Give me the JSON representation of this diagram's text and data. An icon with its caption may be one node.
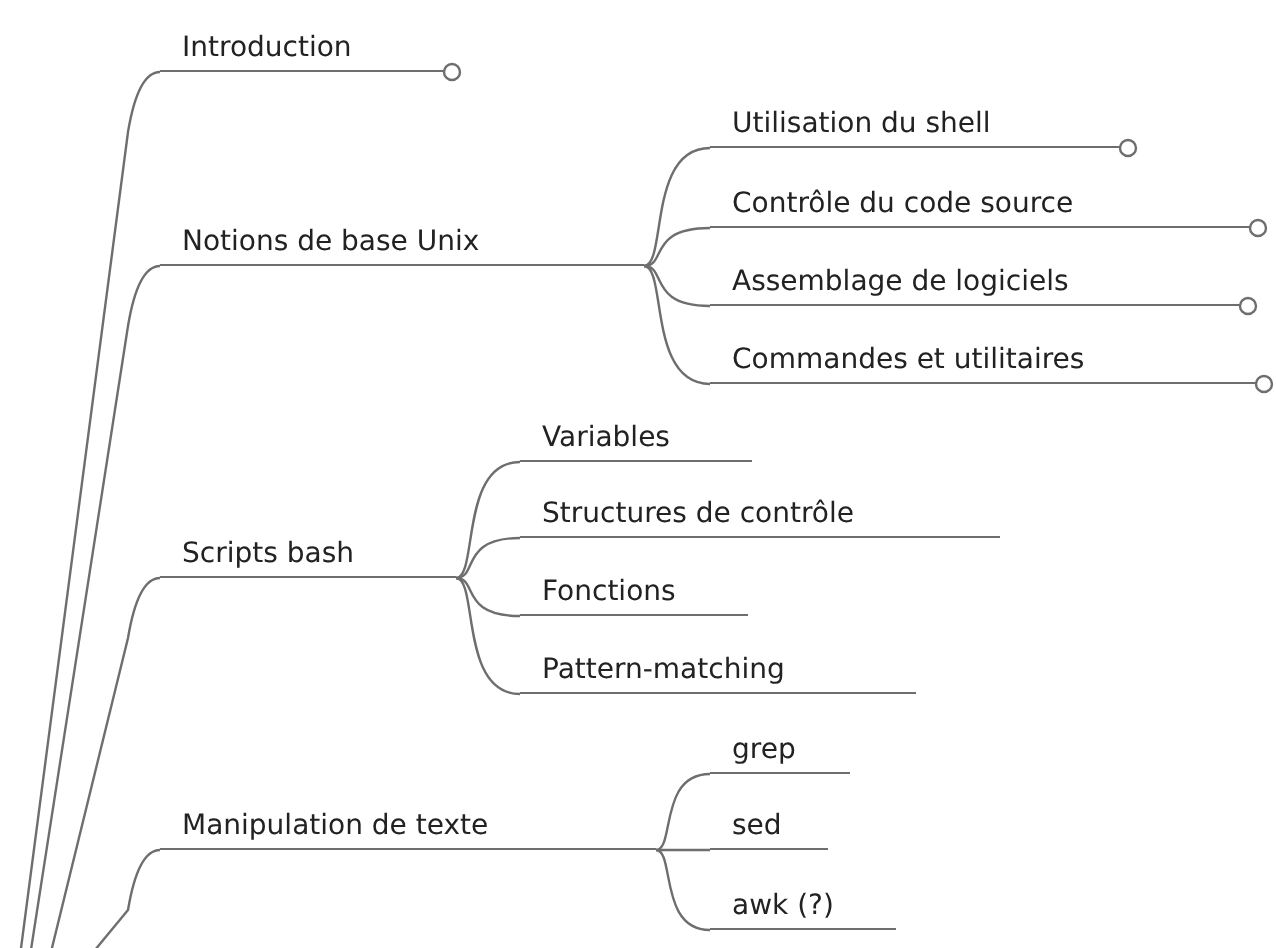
{
  "diagram": {
    "nodes": [
      {
        "text": [
          "Introduction"
        ]
      },
      {
        "text": [
          "Notions de base Unix"
        ]
      },
      {
        "text": [
          "Utilisation du shell"
        ]
      },
      {
        "text": [
          "Contrôle du code source"
        ]
      },
      {
        "text": [
          "Assemblage de logiciels"
        ]
      },
      {
        "text": [
          "Commandes et utilitaires"
        ]
      },
      {
        "text": [
          "Scripts bash"
        ]
      },
      {
        "text": [
          "Variables"
        ]
      },
      {
        "text": [
          "Structures de contrôle"
        ]
      },
      {
        "text": [
          "Fonctions"
        ]
      },
      {
        "text": [
          "Pattern-matching"
        ]
      },
      {
        "text": [
          "Manipulation de texte"
        ]
      },
      {
        "text": [
          "grep"
        ]
      },
      {
        "text": [
          "sed"
        ]
      },
      {
        "text": [
          "awk (?)"
        ]
      }
    ],
    "edges": [
      {
        "from": null,
        "to": 0,
        "arrow": "none"
      },
      {
        "from": null,
        "to": 1,
        "arrow": "none"
      },
      {
        "from": 1,
        "to": 2,
        "arrow": "none"
      },
      {
        "from": 1,
        "to": 3,
        "arrow": "none"
      },
      {
        "from": 1,
        "to": 4,
        "arrow": "none"
      },
      {
        "from": 1,
        "to": 5,
        "arrow": "none"
      },
      {
        "from": null,
        "to": 6,
        "arrow": "none"
      },
      {
        "from": 6,
        "to": 7,
        "arrow": "none"
      },
      {
        "from": 6,
        "to": 8,
        "arrow": "none"
      },
      {
        "from": 6,
        "to": 9,
        "arrow": "none"
      },
      {
        "from": 6,
        "to": 10,
        "arrow": "none"
      },
      {
        "from": null,
        "to": 11,
        "arrow": "none"
      },
      {
        "from": 11,
        "to": 12,
        "arrow": "none"
      },
      {
        "from": 11,
        "to": 13,
        "arrow": "none"
      },
      {
        "from": 11,
        "to": 14,
        "arrow": "none"
      }
    ]
  }
}
